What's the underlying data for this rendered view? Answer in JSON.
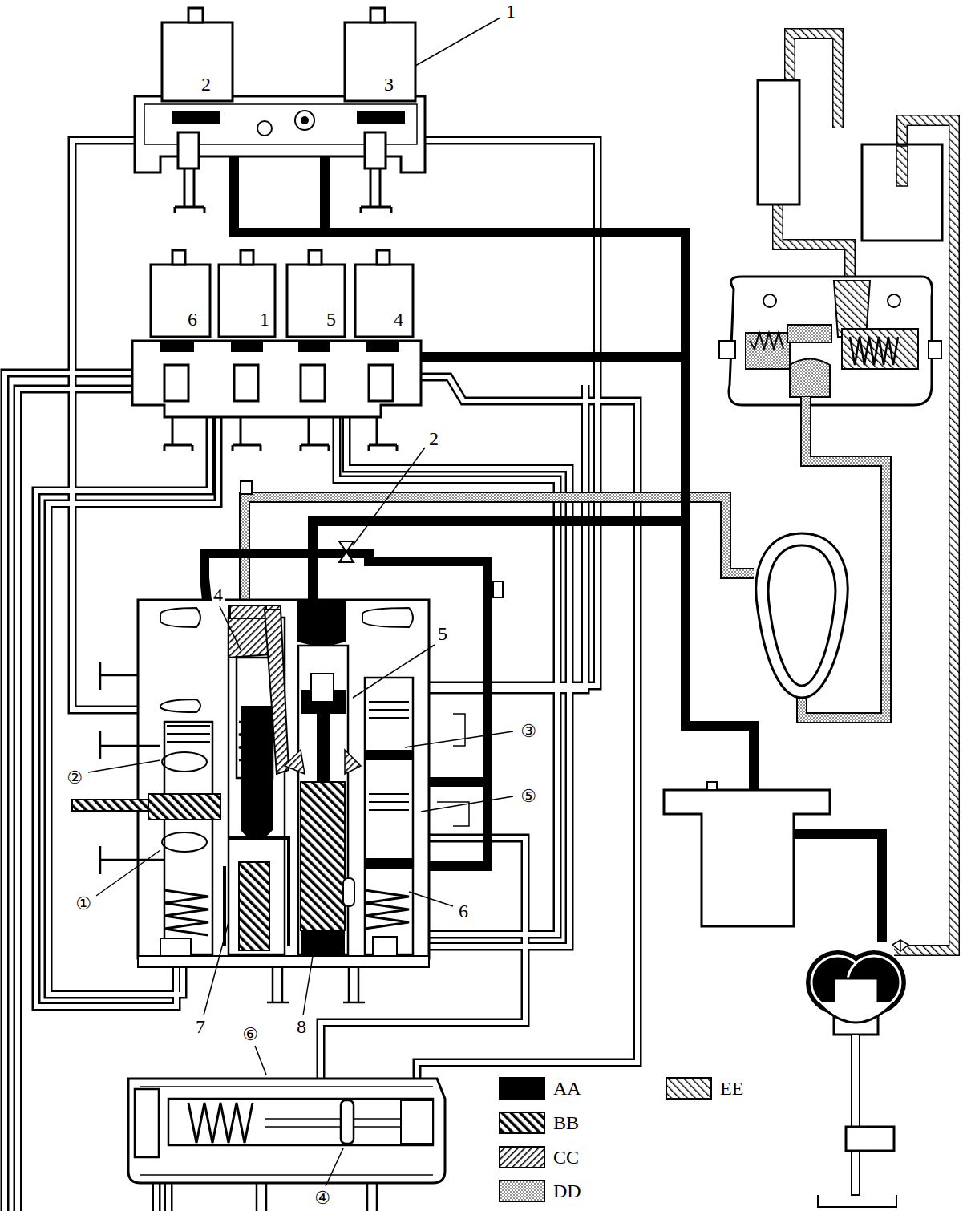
{
  "diagram": {
    "labels": [
      "1",
      "2",
      "3",
      "6",
      "1",
      "5",
      "4",
      "2",
      "4",
      "5",
      "③",
      "⑤",
      "②",
      "①",
      "6",
      "7",
      "8",
      "⑥",
      "④"
    ],
    "legend": [
      {
        "text": "AA",
        "color": "#000000"
      },
      {
        "text": "BB"
      },
      {
        "text": "CC"
      },
      {
        "text": "DD"
      },
      {
        "text": "EE"
      }
    ]
  }
}
